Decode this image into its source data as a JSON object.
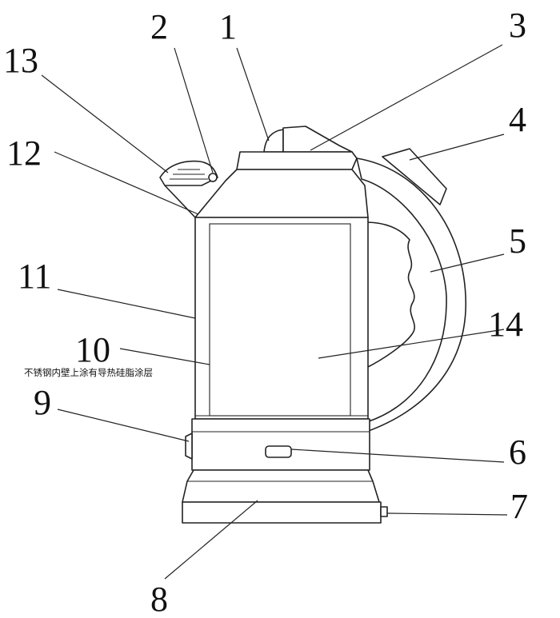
{
  "labels": {
    "n1": "1",
    "n2": "2",
    "n3": "3",
    "n4": "4",
    "n5": "5",
    "n6": "6",
    "n7": "7",
    "n8": "8",
    "n9": "9",
    "n10": "10",
    "n11": "11",
    "n12": "12",
    "n13": "13",
    "n14": "14"
  },
  "note": "不锈钢内壁上涂有导热硅脂涂层",
  "colors": {
    "line": "#222222",
    "background": "#ffffff"
  }
}
